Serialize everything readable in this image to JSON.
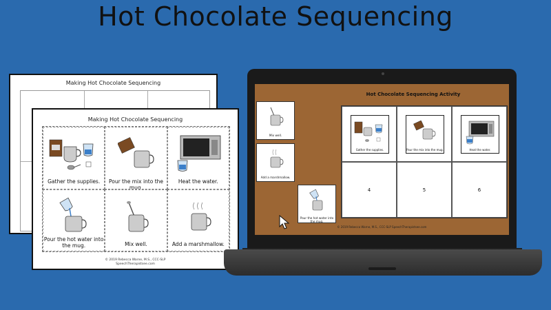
{
  "page_title": "Hot Chocolate Sequencing",
  "worksheet": {
    "title": "Making Hot Chocolate Sequencing",
    "cells": [
      {
        "label": "Gather the supplies."
      },
      {
        "label": "Pour the mix into the mug."
      },
      {
        "label": "Heat the water."
      },
      {
        "label": "Pour the hot water into the mug."
      },
      {
        "label": "Mix well."
      },
      {
        "label": "Add a marshmallow."
      }
    ],
    "footer_line1": "© 2019 Rebecca Warne, M.S., CCC-SLP",
    "footer_line2": "SpeechTherapistsee.com"
  },
  "back_sheet": {
    "title": "Making Hot Chocolate Sequencing"
  },
  "screen": {
    "title": "Hot Chocolate Sequencing Activity",
    "loose_cards": [
      {
        "label": "Mix well."
      },
      {
        "label": "Add a marshmallow."
      },
      {
        "label": "Pour the hot water into the mug."
      }
    ],
    "placed_cards": [
      {
        "label": "Gather the supplies."
      },
      {
        "label": "Pour the mix into the mug."
      },
      {
        "label": "Heat the water."
      }
    ],
    "empty_slots": [
      "4",
      "5",
      "6"
    ],
    "footer": "© 2019 Rebecca Warne, M.S., CCC-SLP    SpeechTherapistsee.com"
  },
  "colors": {
    "background": "#2a6aae",
    "screen_board": "#9c6634",
    "laptop": "#1a1a1a"
  }
}
